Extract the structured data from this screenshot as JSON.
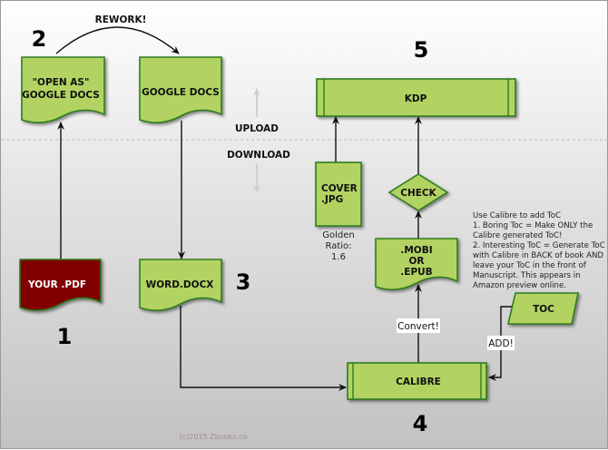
{
  "title": "REWORK!",
  "steps": {
    "one": "1",
    "two": "2",
    "three": "3",
    "four": "4",
    "five": "5"
  },
  "nodes": {
    "open_as": [
      "\"OPEN AS\"",
      "GOOGLE DOCS"
    ],
    "google_docs": "GOOGLE DOCS",
    "pdf": "YOUR .PDF",
    "word": "WORD.DOCX",
    "calibre": "CALIBRE",
    "mobi": [
      ".MOBI",
      "OR",
      ".EPUB"
    ],
    "check": "CHECK",
    "kdp": "KDP",
    "cover": [
      "COVER",
      ".JPG"
    ],
    "toc": "TOC"
  },
  "labels": {
    "upload": "UPLOAD",
    "download": "DOWNLOAD",
    "convert": "Convert!",
    "add": "ADD!",
    "golden": [
      "Golden",
      "Ratio:",
      "1.6"
    ]
  },
  "notes": [
    "Use Calibre to add ToC",
    "1. Boring Toc = Make ONLY the",
    "Calibre generated ToC!",
    "2. Interesting ToC = Generate ToC",
    "with Calibre in BACK of book AND",
    "leave your ToC in the front of",
    "Manuscript. This appears in",
    "Amazon preview online."
  ],
  "copyright": "(c)2015 Zbooks.co",
  "colors": {
    "node_fill": "#b2d362",
    "node_stroke": "#2f7d1f",
    "pdf_fill": "#800000"
  }
}
